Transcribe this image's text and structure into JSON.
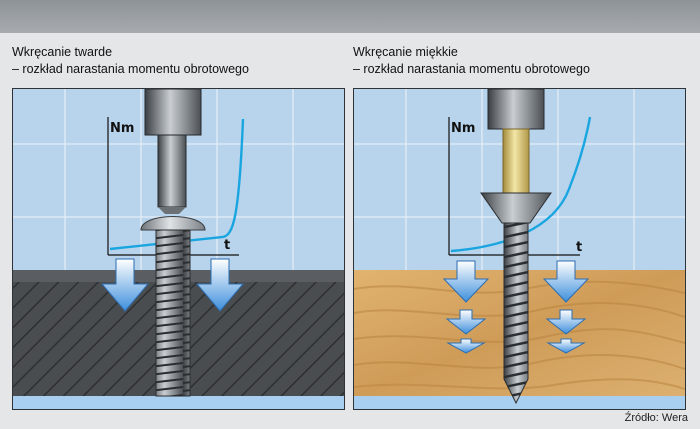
{
  "left": {
    "title_line1": "Wkręcanie twarde",
    "title_line2": "– rozkład narastania momentu obrotowego",
    "y_axis": "Nm",
    "x_axis": "t"
  },
  "right": {
    "title_line1": "Wkręcanie miękkie",
    "title_line2": "– rozkład narastania momentu obrotowego",
    "y_axis": "Nm",
    "x_axis": "t"
  },
  "source": "Źródło: Wera",
  "colors": {
    "grid_background": "#b8d3ec",
    "grid_lines": "#e6eef7",
    "curve": "#19a6e0",
    "arrow": "#4a9fe0",
    "metal_block": "#4a4d50",
    "wood": "#d8a863",
    "screw": "#8f959a",
    "bit_gold": "#e6d28a",
    "bottom_strip": "#a9cff0"
  }
}
